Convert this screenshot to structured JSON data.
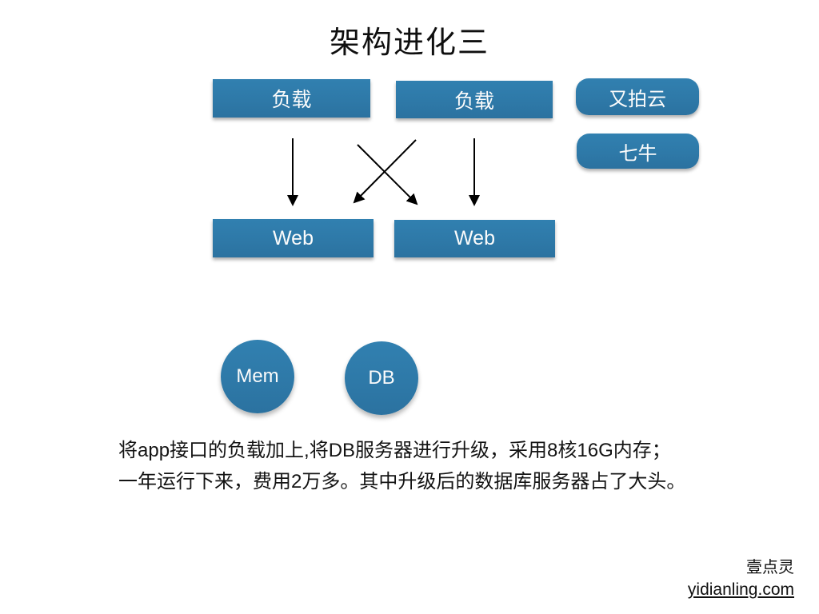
{
  "slide": {
    "title": "架构进化三",
    "nodes": {
      "load1": {
        "label": "负载"
      },
      "load2": {
        "label": "负载"
      },
      "upyun": {
        "label": "又拍云"
      },
      "qiniu": {
        "label": "七牛"
      },
      "web1": {
        "label": "Web"
      },
      "web2": {
        "label": "Web"
      },
      "mem": {
        "label": "Mem"
      },
      "db": {
        "label": "DB"
      }
    },
    "description_lines": [
      "将app接口的负载加上,将DB服务器进行升级，采用8核16G内存；",
      "一年运行下来，费用2万多。其中升级后的数据库服务器占了大头。"
    ],
    "footer": {
      "brand": "壹点灵",
      "link": "yidianling.com"
    },
    "colors": {
      "node_fill": "#2e79a8",
      "node_text": "#fbfbfb",
      "arrow": "#000000",
      "background": "#ffffff"
    }
  }
}
